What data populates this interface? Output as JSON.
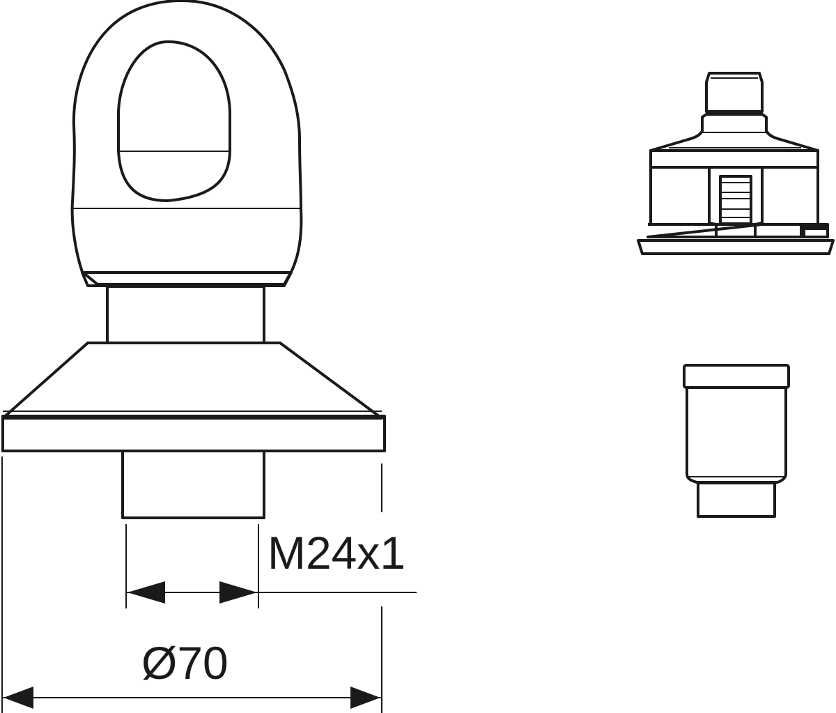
{
  "drawing": {
    "title": "Swivel eye bolt technical drawing",
    "views": [
      "front-view-eye-bolt",
      "side-view-base",
      "insert-part"
    ],
    "dimensions": {
      "thread": "M24x1",
      "base_diameter": "Ø70"
    },
    "colors": {
      "line": "#1a1a1a",
      "background": "#ffffff"
    }
  }
}
